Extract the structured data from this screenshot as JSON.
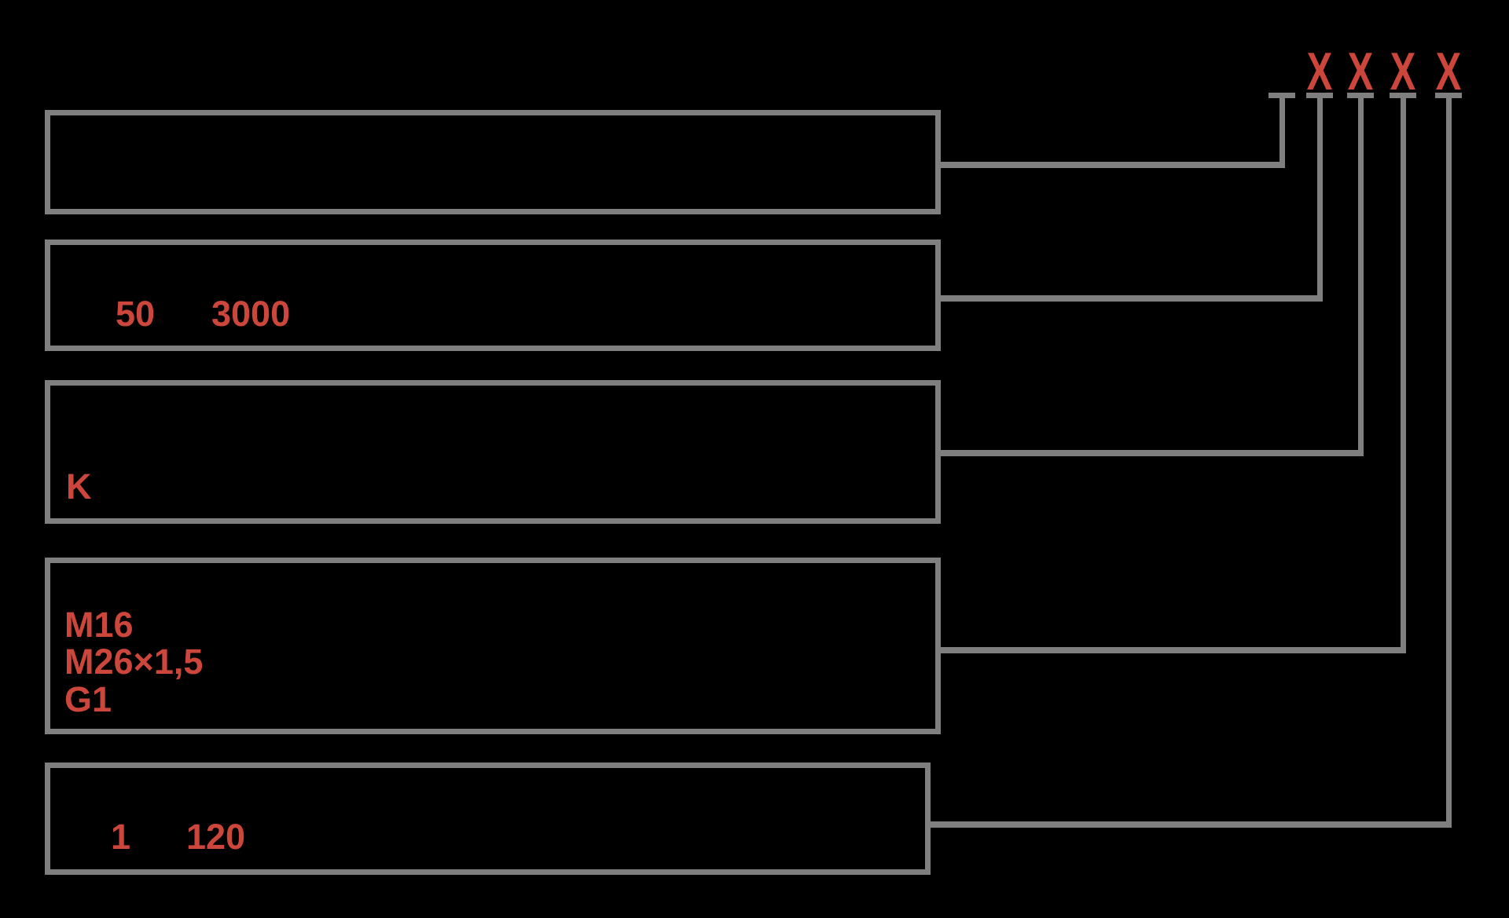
{
  "figure": {
    "kind": "ordering-code-diagram",
    "background_color": "#000000",
    "line_color": "#7f7f7f",
    "accent_color": "#cd463c"
  },
  "markers": {
    "symbols": [
      "X",
      "X",
      "X",
      "X"
    ]
  },
  "boxes": [
    {
      "id": "box-1",
      "values": []
    },
    {
      "id": "box-2",
      "values": [
        "50",
        "3000"
      ]
    },
    {
      "id": "box-3",
      "values": [
        "K"
      ]
    },
    {
      "id": "box-4",
      "values": [
        "M16",
        "M26×1,5",
        "G1"
      ]
    },
    {
      "id": "box-5",
      "values": [
        "1",
        "120"
      ]
    }
  ]
}
